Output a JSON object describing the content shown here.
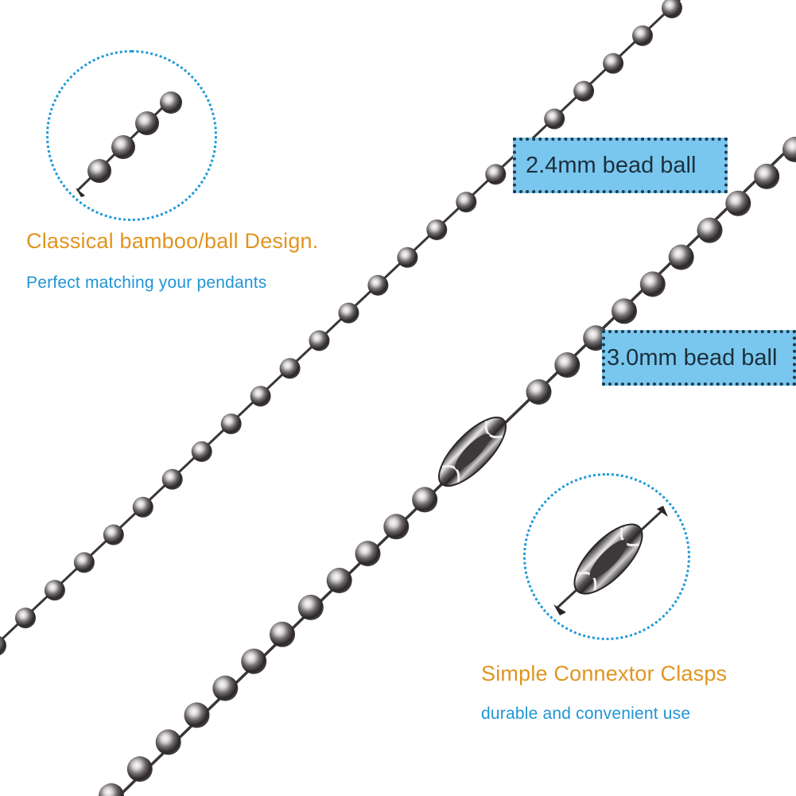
{
  "colors": {
    "background": "#ffffff",
    "headline": "#e0941f",
    "subline": "#1f95d6",
    "circle_dots": "#1f9ad8",
    "label_fill": "#79c7ef",
    "label_border": "#1d3a4d",
    "label_text": "#1d2f3c",
    "metal_dark": "#2a2627",
    "metal_mid": "#7a7576",
    "metal_light": "#f4f2f2"
  },
  "feature_design": {
    "headline": "Classical bamboo/ball Design.",
    "subline": "Perfect matching your pendants",
    "icon": "ball-chain-detail"
  },
  "feature_clasp": {
    "headline": "Simple Connextor Clasps",
    "subline": "durable and convenient use",
    "icon": "connector-clasp-detail"
  },
  "size_labels": [
    {
      "text": "2.4mm bead ball"
    },
    {
      "text": "3.0mm bead ball"
    }
  ]
}
